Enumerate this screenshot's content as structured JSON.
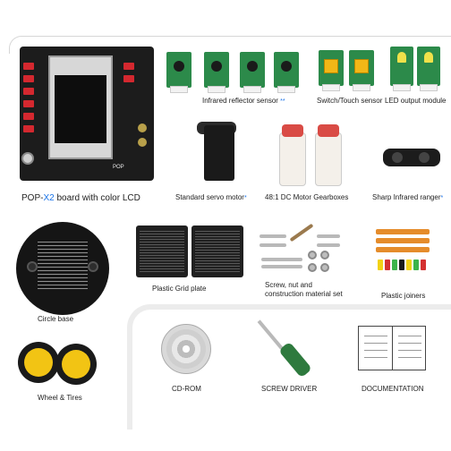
{
  "labels": {
    "board": {
      "prefix": "POP-",
      "accent": "X2",
      "suffix": " board with color LCD"
    },
    "ir_sensor": {
      "text": "Infrared reflector sensor",
      "mark": "**"
    },
    "switch_sensor": "Switch/Touch sensor",
    "led_module": "LED output module",
    "servo": {
      "text": "Standard servo motor",
      "mark": "*"
    },
    "dc_motor": "48:1 DC Motor Gearboxes",
    "sharp": {
      "text": "Sharp Infrared ranger",
      "mark": "*"
    },
    "grid_plate": "Plastic Grid plate",
    "screw_set_line1": "Screw, nut and",
    "screw_set_line2": "construction material set",
    "joiners": "Plastic joiners",
    "circle_base": "Circle base",
    "wheel_tires": "Wheel & Tires",
    "cd_rom": "CD-ROM",
    "screw_driver": "SCREW DRIVER",
    "documentation": "DOCUMENTATION"
  },
  "board_silkscreen": "POP",
  "colors": {
    "accent_blue": "#1a73e8",
    "pcb_green": "#2c8a4a",
    "connector_red": "#d4282f",
    "wheel_yellow": "#f2c414"
  }
}
